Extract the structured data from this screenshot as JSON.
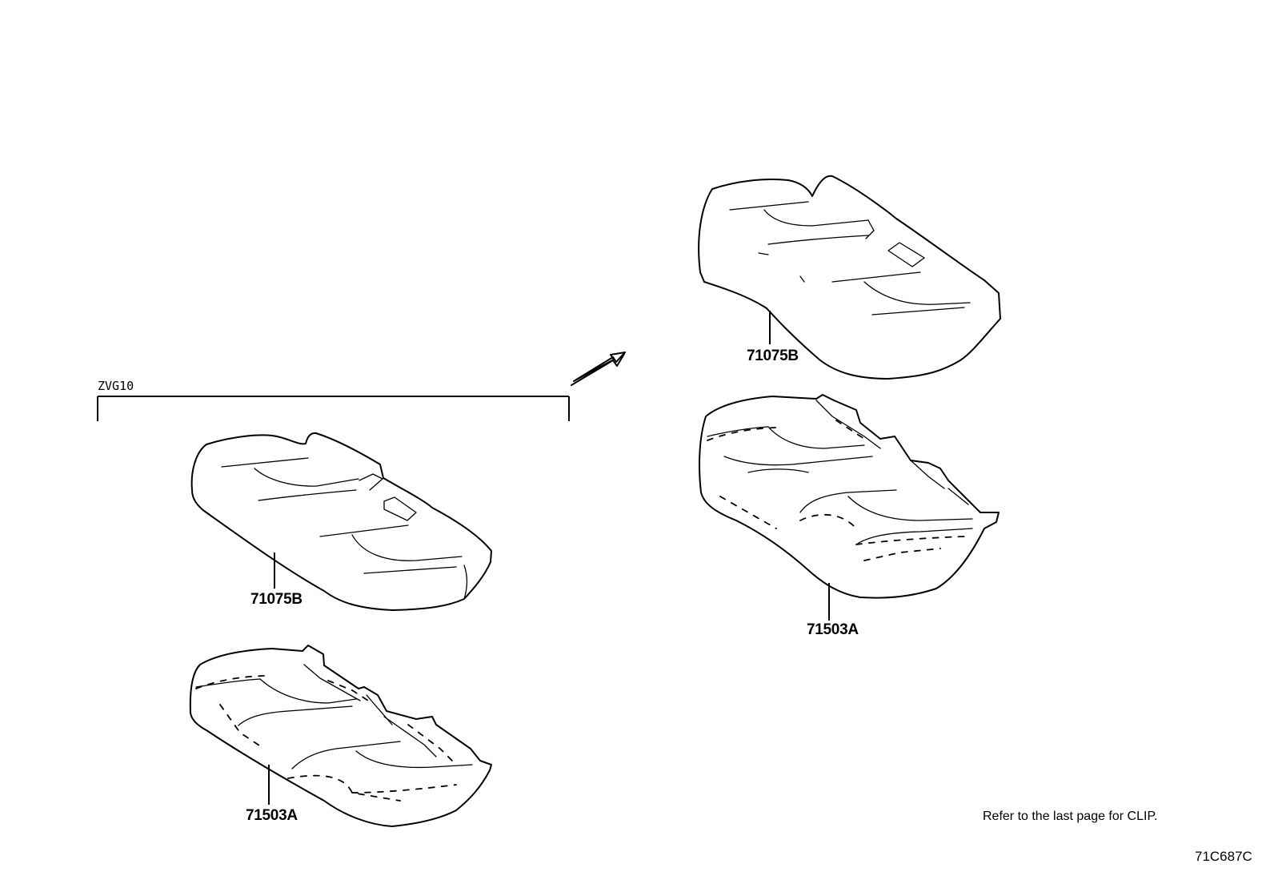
{
  "diagram": {
    "variant_label": "ZVG10",
    "parts": {
      "left_seatback_cover": "71075B",
      "left_cushion_cover": "71503A",
      "right_seatback_cover": "71075B",
      "right_cushion_cover": "71503A"
    },
    "note": "Refer to the last page for CLIP.",
    "figure_code": "71C687C"
  }
}
